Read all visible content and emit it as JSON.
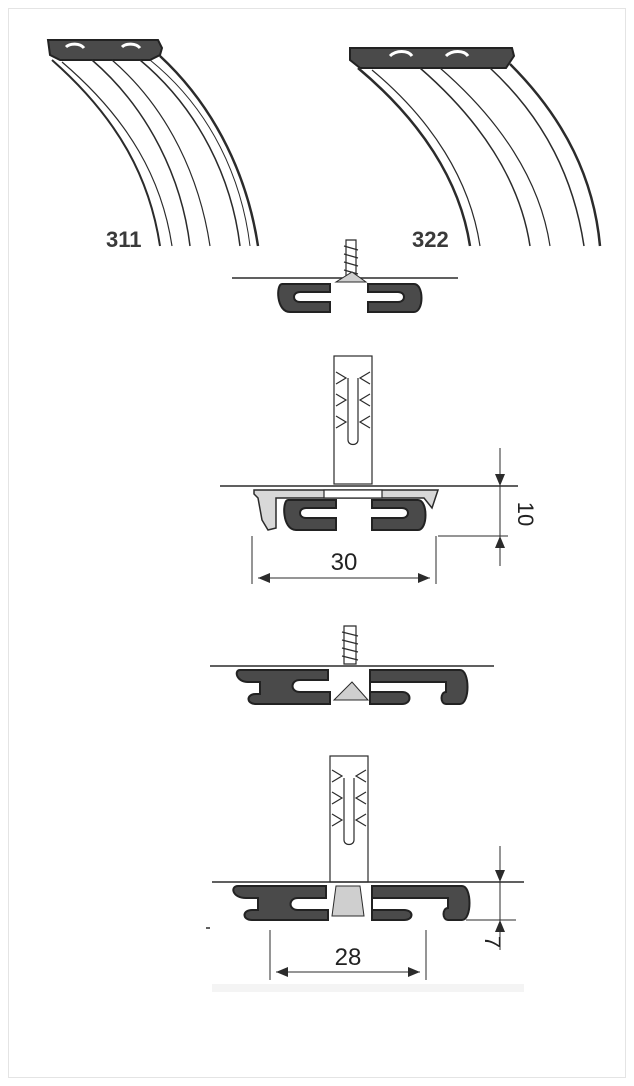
{
  "labels": {
    "profile_a": "311",
    "profile_b": "322"
  },
  "dimensions": {
    "rail_a_width": "30",
    "rail_a_height": "10",
    "rail_b_width": "28",
    "rail_b_height": "7"
  },
  "colors": {
    "profile_fill": "#4a4a4a",
    "line": "#2b2b2b",
    "bracket_fill": "#d8d8d8"
  }
}
